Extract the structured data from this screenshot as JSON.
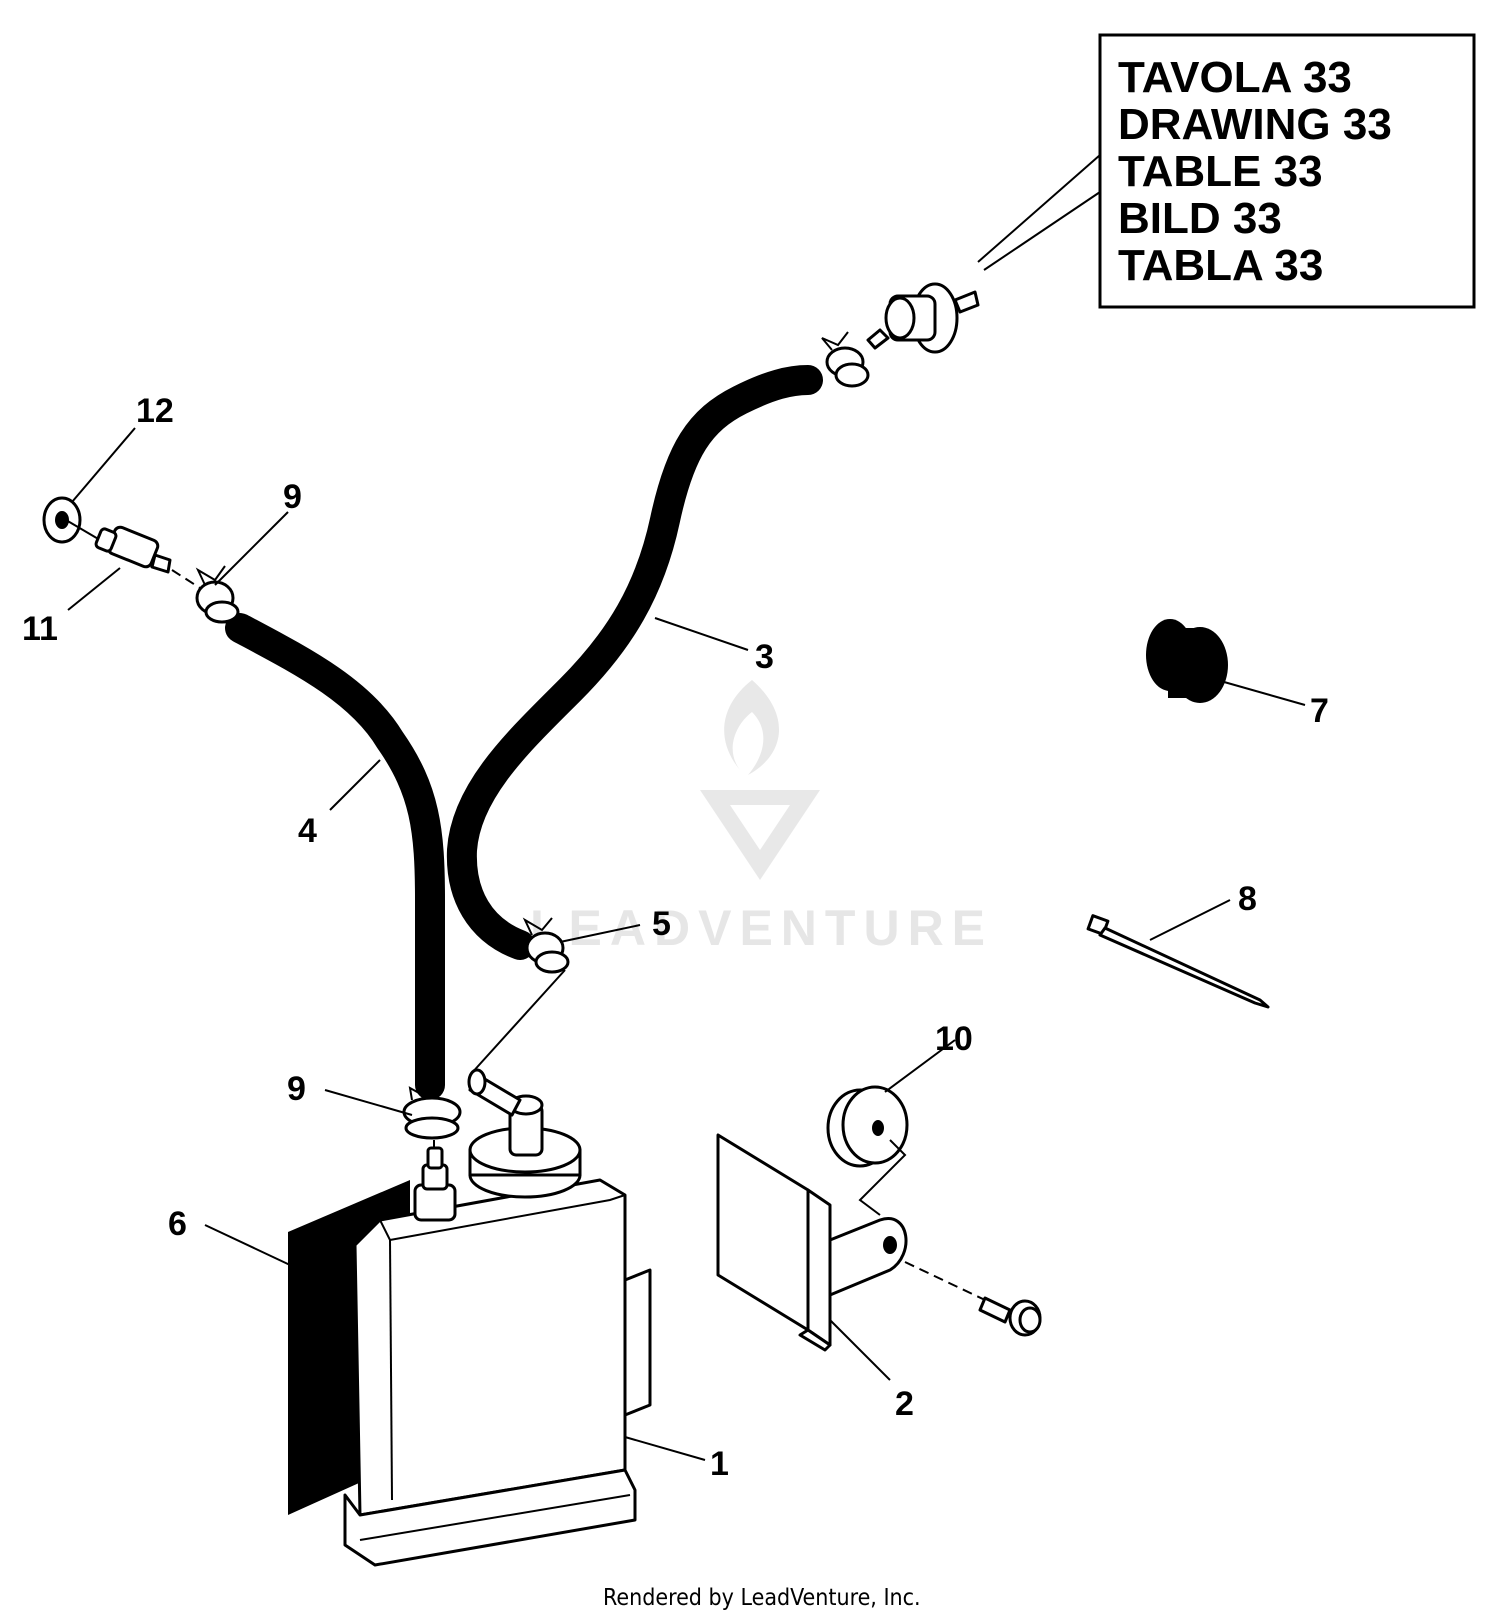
{
  "reference_box": {
    "lines": [
      "TAVOLA 33",
      "DRAWING 33",
      "TABLE 33",
      "BILD 33",
      "TABLA 33"
    ]
  },
  "callouts": {
    "c1": "1",
    "c2": "2",
    "c3": "3",
    "c4": "4",
    "c5": "5",
    "c6": "6",
    "c7": "7",
    "c8": "8",
    "c9a": "9",
    "c9b": "9",
    "c10": "10",
    "c11": "11",
    "c12": "12"
  },
  "watermark": {
    "text": "LEADVENTURE",
    "logo_icon": "leadventure-flame-logo"
  },
  "footer": {
    "text": "Rendered by LeadVenture, Inc."
  }
}
